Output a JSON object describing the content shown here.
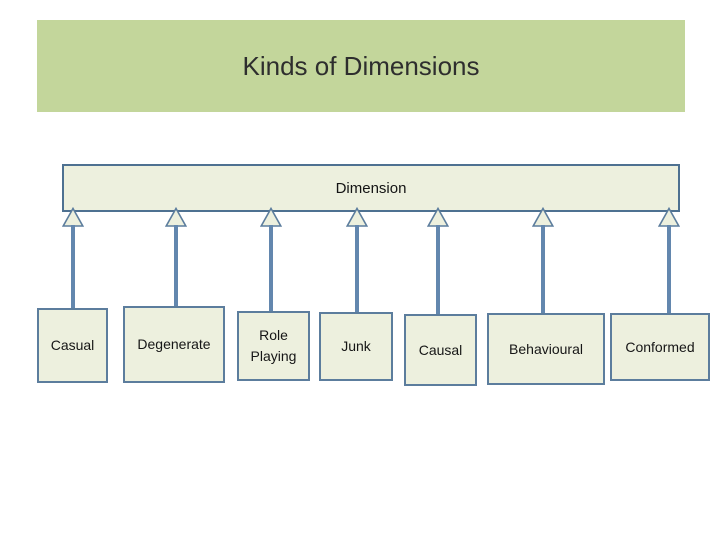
{
  "slide": {
    "title": "Kinds of Dimensions",
    "root": {
      "label": "Dimension"
    },
    "kinds": [
      {
        "label": "Casual"
      },
      {
        "label": "Degenerate"
      },
      {
        "label": "Role Playing"
      },
      {
        "label": "Junk"
      },
      {
        "label": "Causal"
      },
      {
        "label": "Behavioural"
      },
      {
        "label": "Conformed"
      }
    ]
  },
  "colors": {
    "canvas_bg": "#ffffff",
    "title_bar_bg": "#c3d69b",
    "title_text": "#2e2e2e",
    "box_fill": "#edf0de",
    "root_box_border": "#4e7191",
    "kind_box_border": "#5c7d9d",
    "connector": "#6387ae"
  }
}
